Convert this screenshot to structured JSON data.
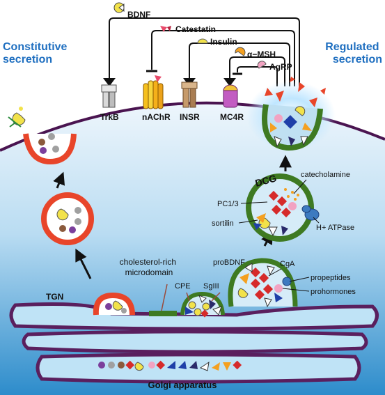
{
  "headings": {
    "constitutive": [
      "Constitutive",
      "secretion"
    ],
    "regulated": [
      "Regulated",
      "secretion"
    ]
  },
  "ligands": {
    "bdnf": "BDNF",
    "catestatin": "Catestatin",
    "insulin": "Insulin",
    "amsh": "α−MSH",
    "agrp": "AgRP"
  },
  "receptors": {
    "trkb": "TrkB",
    "nachr": "nAChR",
    "insr": "INSR",
    "mc4r": "MC4R"
  },
  "labels": {
    "dcg": "DCG",
    "catecholamine": "catecholamine",
    "pc13": "PC1/3",
    "sortilin": "sortilin",
    "hatpase": "H+ ATPase",
    "cholesterol": [
      "cholesterol-rich",
      "microdomain"
    ],
    "tgn": "TGN",
    "cpe": "CPE",
    "sgiii": "SgIII",
    "probdnf": "proBDNF",
    "cga": "CgA",
    "propeptides": "propeptides",
    "prohormones": "prohormones",
    "golgi": "Golgi apparatus"
  },
  "colors": {
    "cytoplasm_top": "#e4f1fa",
    "cytoplasm_bottom": "#2f8fcb",
    "membrane": "#4a1450",
    "vesicle_red": "#e8452a",
    "dcg_green": "#3e7a22",
    "golgi_fill": "#bfe3f6",
    "golgi_stroke": "#5a1f5e",
    "heading_blue": "#1f6fc0"
  }
}
